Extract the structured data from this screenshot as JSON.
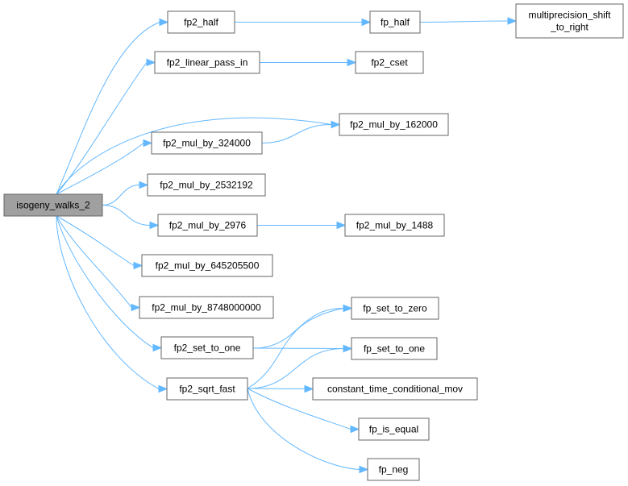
{
  "nodes": {
    "isogeny_walks_2": {
      "label": "isogeny_walks_2",
      "root": true
    },
    "fp2_half": {
      "label": "fp2_half"
    },
    "fp_half": {
      "label": "fp_half"
    },
    "multiprecision_shift_to_right": {
      "label": "multiprecision_shift\n_to_right"
    },
    "fp2_linear_pass_in": {
      "label": "fp2_linear_pass_in"
    },
    "fp2_cset": {
      "label": "fp2_cset"
    },
    "fp2_mul_by_162000": {
      "label": "fp2_mul_by_162000"
    },
    "fp2_mul_by_324000": {
      "label": "fp2_mul_by_324000"
    },
    "fp2_mul_by_2532192": {
      "label": "fp2_mul_by_2532192"
    },
    "fp2_mul_by_2976": {
      "label": "fp2_mul_by_2976"
    },
    "fp2_mul_by_1488": {
      "label": "fp2_mul_by_1488"
    },
    "fp2_mul_by_645205500": {
      "label": "fp2_mul_by_645205500"
    },
    "fp2_mul_by_8748000000": {
      "label": "fp2_mul_by_8748000000"
    },
    "fp2_set_to_one": {
      "label": "fp2_set_to_one"
    },
    "fp_set_to_zero": {
      "label": "fp_set_to_zero"
    },
    "fp_set_to_one": {
      "label": "fp_set_to_one"
    },
    "fp2_sqrt_fast": {
      "label": "fp2_sqrt_fast"
    },
    "constant_time_conditional_mov": {
      "label": "constant_time_conditional_mov"
    },
    "fp_is_equal": {
      "label": "fp_is_equal"
    },
    "fp_neg": {
      "label": "fp_neg"
    }
  },
  "edges": [
    [
      "isogeny_walks_2",
      "fp2_half"
    ],
    [
      "isogeny_walks_2",
      "fp2_linear_pass_in"
    ],
    [
      "isogeny_walks_2",
      "fp2_mul_by_162000"
    ],
    [
      "isogeny_walks_2",
      "fp2_mul_by_324000"
    ],
    [
      "isogeny_walks_2",
      "fp2_mul_by_2532192"
    ],
    [
      "isogeny_walks_2",
      "fp2_mul_by_2976"
    ],
    [
      "isogeny_walks_2",
      "fp2_mul_by_645205500"
    ],
    [
      "isogeny_walks_2",
      "fp2_mul_by_8748000000"
    ],
    [
      "isogeny_walks_2",
      "fp2_set_to_one"
    ],
    [
      "isogeny_walks_2",
      "fp2_sqrt_fast"
    ],
    [
      "fp2_half",
      "fp_half"
    ],
    [
      "fp_half",
      "multiprecision_shift_to_right"
    ],
    [
      "fp2_linear_pass_in",
      "fp2_cset"
    ],
    [
      "fp2_mul_by_324000",
      "fp2_mul_by_162000"
    ],
    [
      "fp2_mul_by_2976",
      "fp2_mul_by_1488"
    ],
    [
      "fp2_set_to_one",
      "fp_set_to_zero"
    ],
    [
      "fp2_set_to_one",
      "fp_set_to_one"
    ],
    [
      "fp2_sqrt_fast",
      "fp_set_to_zero"
    ],
    [
      "fp2_sqrt_fast",
      "fp_set_to_one"
    ],
    [
      "fp2_sqrt_fast",
      "constant_time_conditional_mov"
    ],
    [
      "fp2_sqrt_fast",
      "fp_is_equal"
    ],
    [
      "fp2_sqrt_fast",
      "fp_neg"
    ]
  ],
  "colors": {
    "edge": "#63b8ff",
    "root_fill": "#a0a0a0",
    "node_border": "#666666"
  }
}
